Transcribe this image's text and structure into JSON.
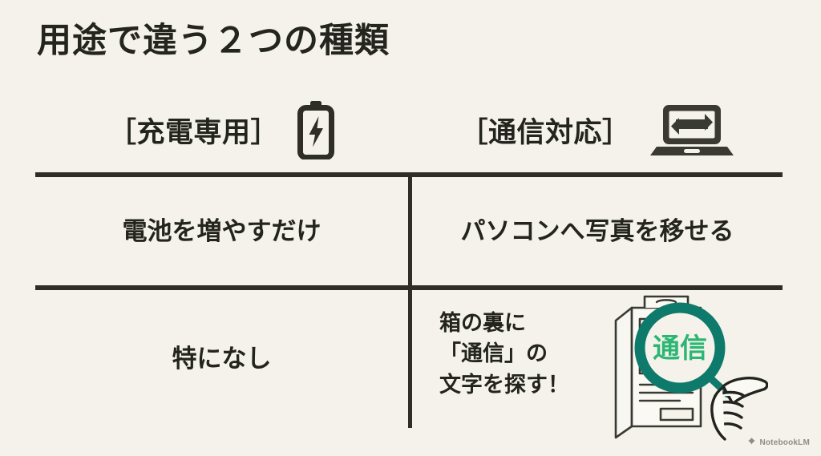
{
  "slide": {
    "title": "用途で違う２つの種類",
    "background_color": "#f4f2ea",
    "text_color": "#24241e",
    "rule_color": "#2e2e26"
  },
  "columns": [
    {
      "header_label": "［充電専用］",
      "header_icon": "battery-bolt-icon",
      "rows": [
        "電池を増やすだけ",
        "特になし"
      ]
    },
    {
      "header_label": "［通信対応］",
      "header_icon": "laptop-transfer-icon",
      "rows": [
        "パソコンへ写真を移せる",
        [
          "箱の裏に",
          "「通信」の",
          "文字を探す！"
        ]
      ]
    }
  ],
  "illustration": {
    "name": "package-box-magnifier-hand",
    "lens_label": "通信",
    "lens_ring_color": "#0e7a6b",
    "lens_text_color": "#2bb673",
    "outline_color": "#2e2e26"
  },
  "watermark": {
    "label": "NotebookLM",
    "icon": "notebooklm-logo-icon"
  }
}
